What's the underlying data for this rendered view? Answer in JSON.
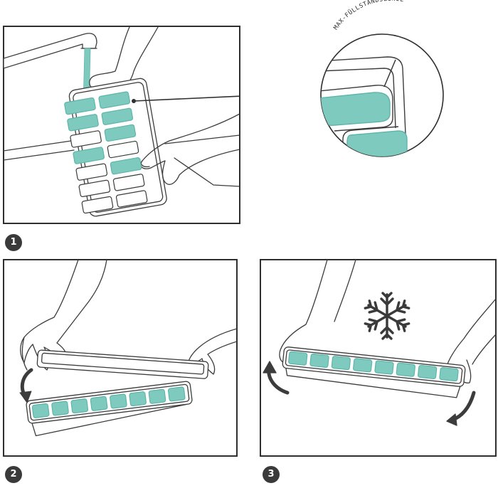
{
  "colors": {
    "water": "#7fcabf",
    "water_dark": "#5fb5a9",
    "line": "#3c3c3c",
    "frame": "#2f2f2f",
    "badge": "#3a3a3a"
  },
  "callout": {
    "label": "MAX-FÜLLSTANDSLINIE"
  },
  "steps": [
    {
      "number": "1",
      "icon": "faucet-filling-tray"
    },
    {
      "number": "2",
      "icon": "lid-closing-arrow"
    },
    {
      "number": "3",
      "icon": "snowflake-icon"
    }
  ]
}
